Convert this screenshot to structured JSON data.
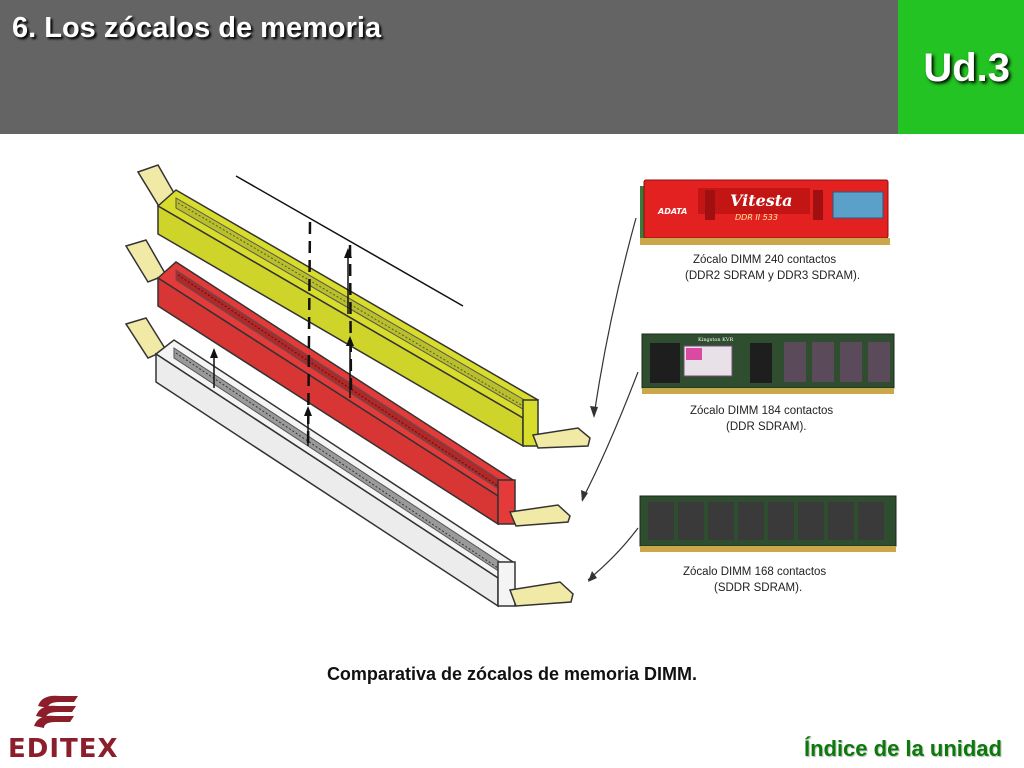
{
  "header": {
    "title": "6. Los zócalos de memoria",
    "unit_label": "Ud.3"
  },
  "figure": {
    "modules": [
      {
        "line1": "Zócalo DIMM 240 contactos",
        "line2": "(DDR2 SDRAM y DDR3 SDRAM).",
        "brand": "Vitesta",
        "type_text": "DDR II 533",
        "maker": "ADATA"
      },
      {
        "line1": "Zócalo DIMM 184 contactos",
        "line2": "(DDR SDRAM).",
        "brand": "Kingston KVR"
      },
      {
        "line1": "Zócalo DIMM 168 contactos",
        "line2": "(SDDR SDRAM)."
      }
    ]
  },
  "caption": "Comparativa de zócalos de memoria DIMM.",
  "footer": {
    "logo_text": "EDITEX",
    "index_link": "Índice de la unidad"
  },
  "colors": {
    "header_bg": "#646464",
    "unit_bg": "#22c322",
    "link": "#0b7a0b",
    "logo": "#8c1d2a"
  }
}
